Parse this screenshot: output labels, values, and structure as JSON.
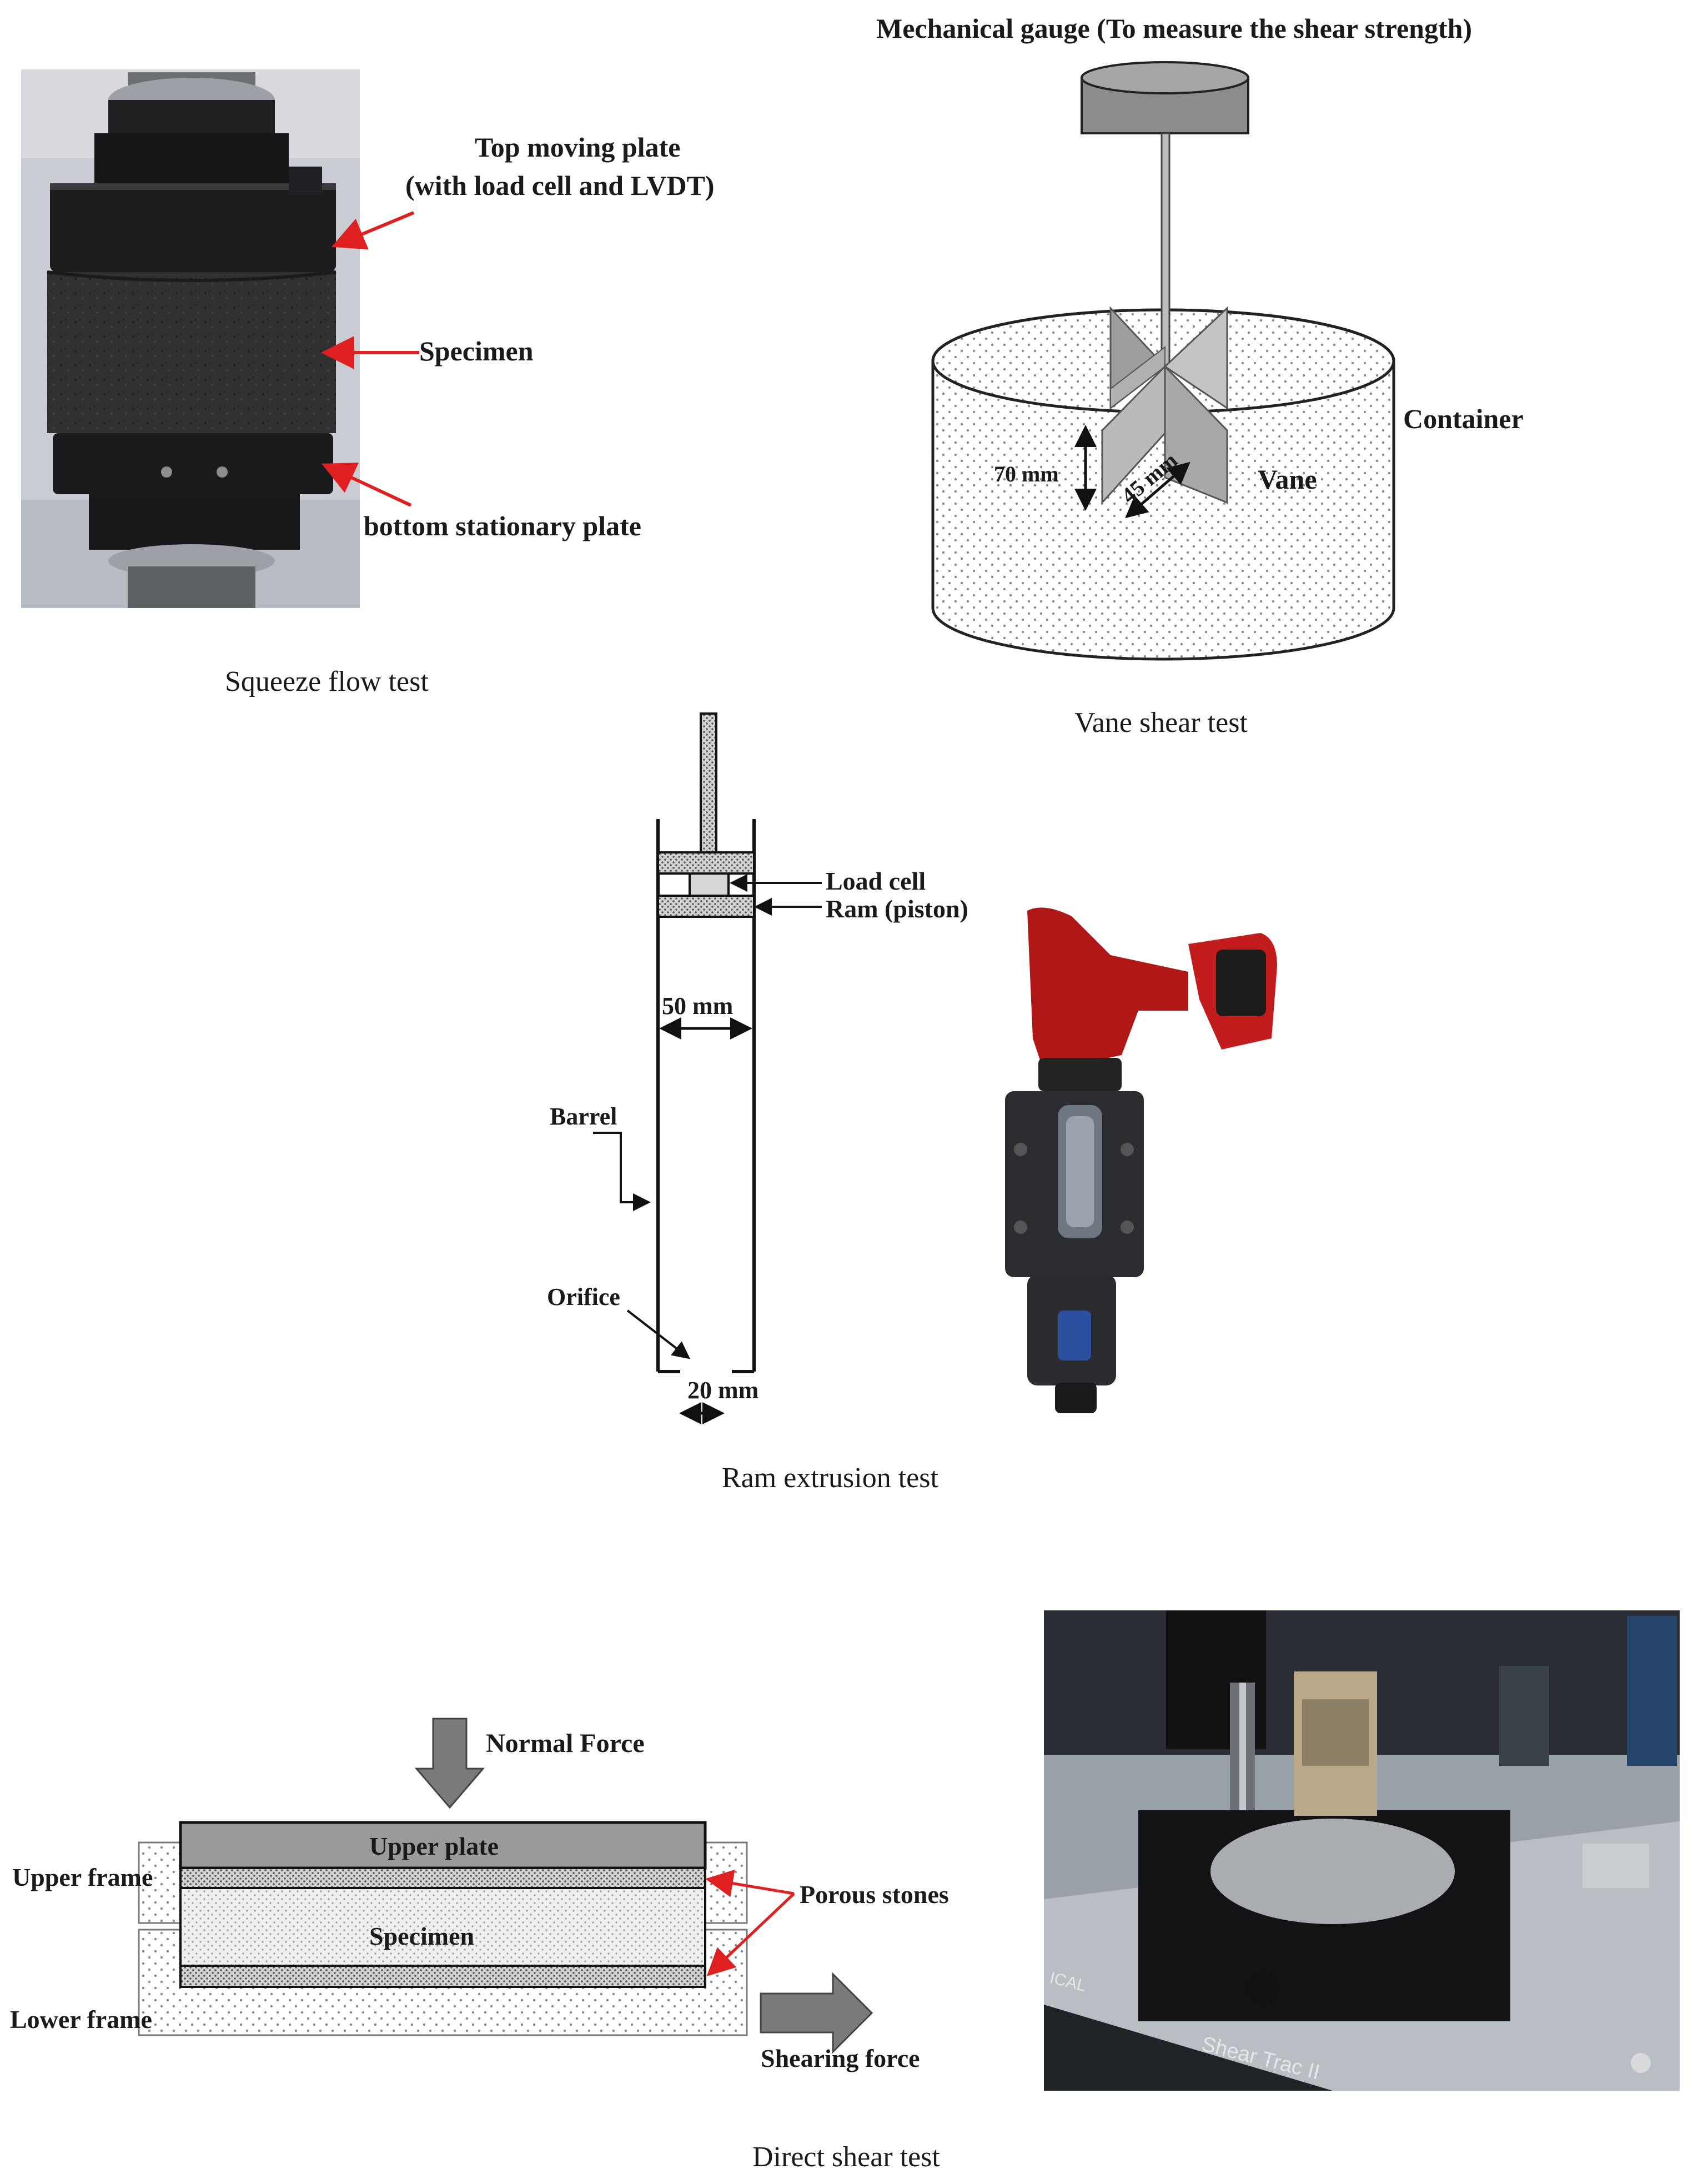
{
  "squeeze": {
    "label_top_line1": "Top moving plate",
    "label_top_line2": "(with load cell and LVDT)",
    "label_specimen": "Specimen",
    "label_bottom": "bottom stationary plate",
    "caption": "Squeeze flow test"
  },
  "vane": {
    "label_gauge": "Mechanical gauge (To measure the  shear strength)",
    "label_container": "Container",
    "label_vane": "Vane",
    "dim_height": "70 mm",
    "dim_width": "45 mm",
    "caption": "Vane shear test"
  },
  "ram": {
    "label_load_cell": "Load cell",
    "label_ram": "Ram (piston)",
    "dim_diameter": "50 mm",
    "label_barrel": "Barrel",
    "label_orifice": "Orifice",
    "dim_orifice": "20 mm",
    "caption": "Ram extrusion test"
  },
  "direct": {
    "label_normal": "Normal Force",
    "label_upper_plate": "Upper plate",
    "label_upper_frame": "Upper frame",
    "label_specimen": "Specimen",
    "label_porous": "Porous stones",
    "label_lower_frame": "Lower frame",
    "label_shearing": "Shearing force",
    "photo_text": "Shear Trac II",
    "photo_text_partial": "ICAL",
    "caption": "Direct shear test"
  }
}
